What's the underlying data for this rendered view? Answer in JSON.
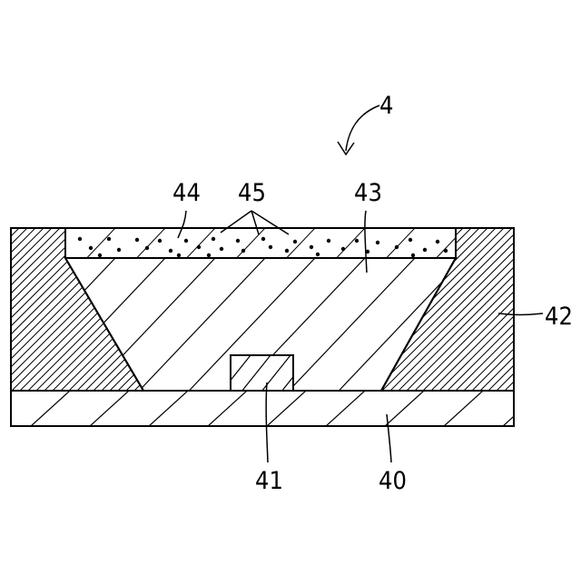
{
  "figure": {
    "labels": {
      "device": "4",
      "substrate": "40",
      "chip": "41",
      "reflector": "42",
      "encapsulant": "43",
      "phosphor_layer": "44",
      "particles": "45"
    }
  }
}
